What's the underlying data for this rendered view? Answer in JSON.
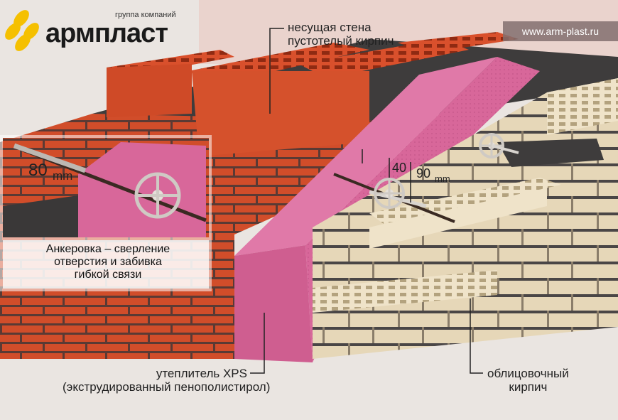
{
  "logo": {
    "tagline": "группа компаний",
    "name": "армпласт",
    "icon": "yellow-petals-icon"
  },
  "website": "www.arm-plast.ru",
  "labels": {
    "load_wall": "несущая стена",
    "hollow_brick": "пустотелый кирпич",
    "insulation": "утеплитель XPS",
    "insulation_sub": "(экструдированный пенополистирол)",
    "facing": "облицовочный",
    "facing_sub": "кирпич"
  },
  "dimensions": {
    "d40": "40",
    "d90": "90",
    "d90_unit": "mm",
    "d80": "80",
    "d80_unit": "mm"
  },
  "inset": {
    "caption_1": "Анкеровка – сверление",
    "caption_2": "отверстия и забивка",
    "caption_3": "гибкой связи"
  },
  "colors": {
    "red_brick": "#d9502c",
    "insulation": "#d86a9b",
    "facing_brick": "#eadcc0",
    "mortar": "#3e3c3c",
    "logo_yellow": "#f5c000"
  }
}
